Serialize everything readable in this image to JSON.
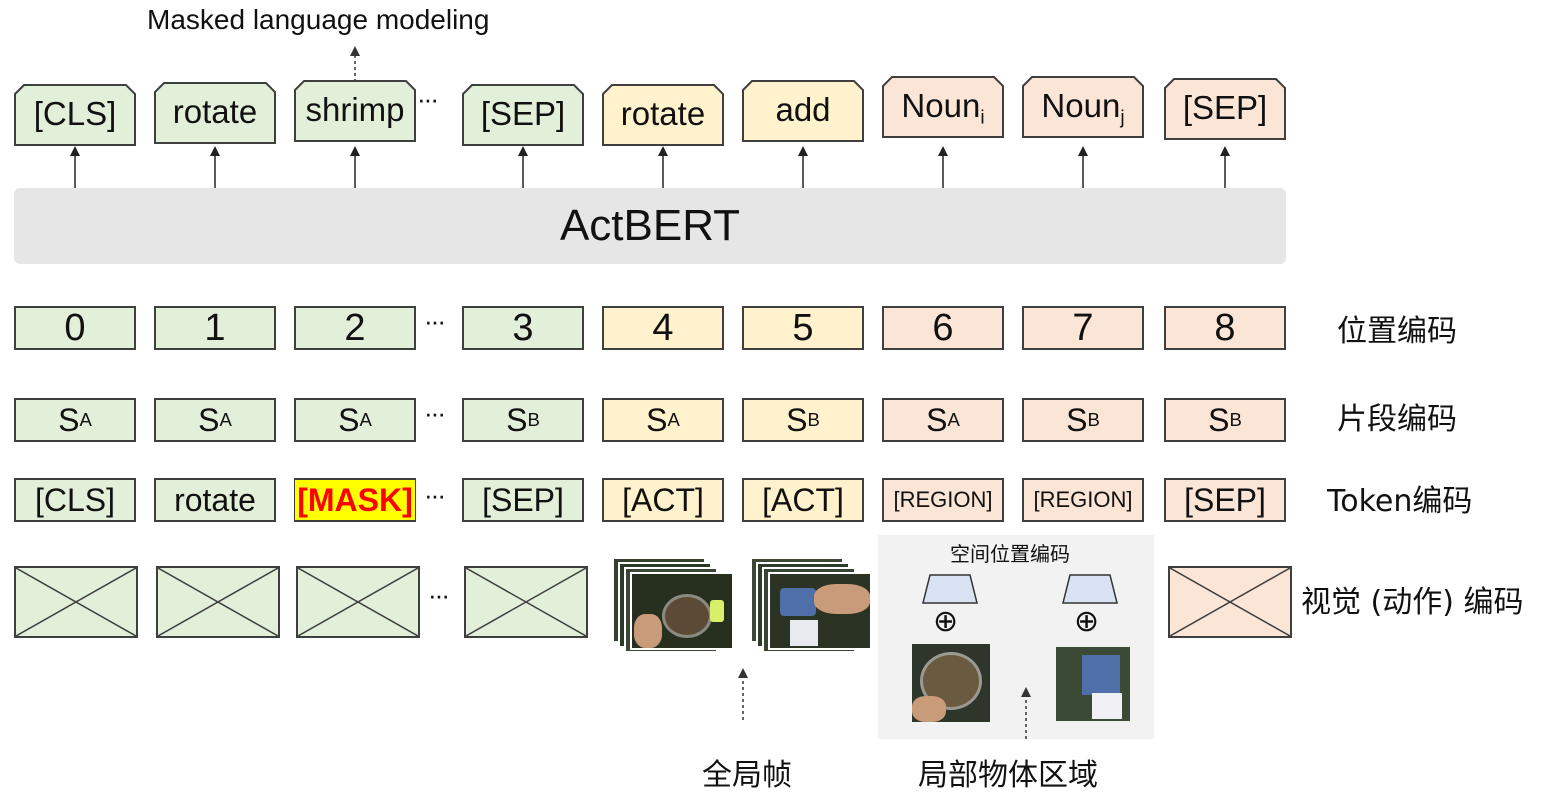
{
  "top_label": "Masked language modeling",
  "model_name": "ActBERT",
  "output_row": [
    {
      "text": "[CLS]",
      "sub": ""
    },
    {
      "text": "rotate",
      "sub": ""
    },
    {
      "text": "shrimp",
      "sub": ""
    },
    {
      "text": "[SEP]",
      "sub": ""
    },
    {
      "text": "rotate",
      "sub": ""
    },
    {
      "text": "add",
      "sub": ""
    },
    {
      "text": "Noun",
      "sub": "i"
    },
    {
      "text": "Noun",
      "sub": "j"
    },
    {
      "text": "[SEP]",
      "sub": ""
    }
  ],
  "position_row": [
    "0",
    "1",
    "2",
    "3",
    "4",
    "5",
    "6",
    "7",
    "8"
  ],
  "segment_row": [
    {
      "text": "S",
      "sub": "A"
    },
    {
      "text": "S",
      "sub": "A"
    },
    {
      "text": "S",
      "sub": "A"
    },
    {
      "text": "S",
      "sub": "B"
    },
    {
      "text": "S",
      "sub": "A"
    },
    {
      "text": "S",
      "sub": "B"
    },
    {
      "text": "S",
      "sub": "A"
    },
    {
      "text": "S",
      "sub": "B"
    },
    {
      "text": "S",
      "sub": "B"
    }
  ],
  "token_row": [
    "[CLS]",
    "rotate",
    "[MASK]",
    "[SEP]",
    "[ACT]",
    "[ACT]",
    "[REGION]",
    "[REGION]",
    "[SEP]"
  ],
  "ellipsis": "···",
  "row_labels": {
    "position": "位置编码",
    "segment": "片段编码",
    "token": "Token编码",
    "visual": "视觉 (动作) 编码"
  },
  "spatial_label": "空间位置编码",
  "oplus": "⊕",
  "captions": {
    "global_frames": "全局帧",
    "local_regions": "局部物体区域"
  },
  "colors": {
    "green": "#e2efd9",
    "yellow": "#fff2cc",
    "pink": "#fbe5d6",
    "mask_bg": "#ffff00",
    "mask_text": "#ff0000",
    "encoder_bg": "#e6e6e6",
    "spatial_box": "#d9e2f3"
  }
}
